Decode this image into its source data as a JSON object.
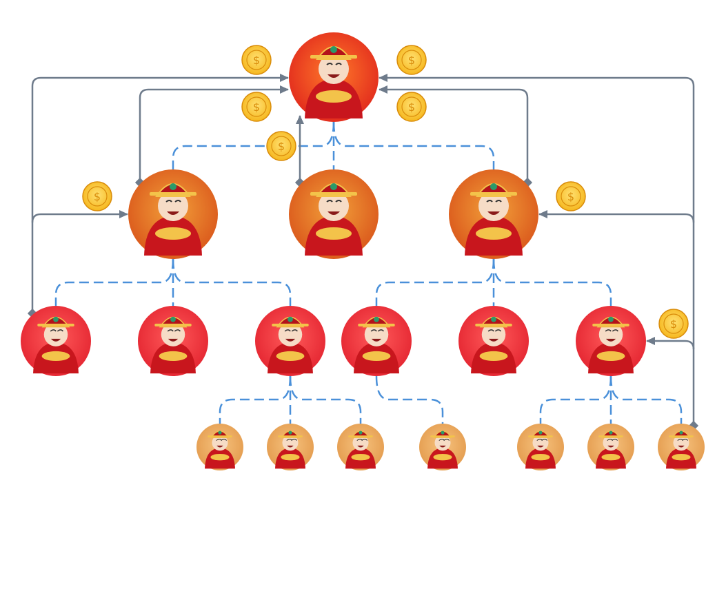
{
  "diagram": {
    "colors": {
      "dashed_link": "#4a90d9",
      "arrow": "#6e7b8b",
      "root_fill": "#e0261c",
      "level1_fill": "#d9541a",
      "level2_fill": "#e3232f",
      "level3_fill": "#e39a4c",
      "coin": "#f5b418",
      "coin_edge": "#d98c0a",
      "robe": "#c8161d",
      "gold": "#f3c34a",
      "face": "#f6dcc6"
    },
    "node_icon": "god-of-wealth-figure",
    "coin_icon": "gold-coin-dollar",
    "levels": [
      {
        "name": "root",
        "count": 1
      },
      {
        "name": "level-1",
        "count": 3
      },
      {
        "name": "level-2",
        "count": 6
      },
      {
        "name": "level-3",
        "count": 7
      }
    ]
  }
}
